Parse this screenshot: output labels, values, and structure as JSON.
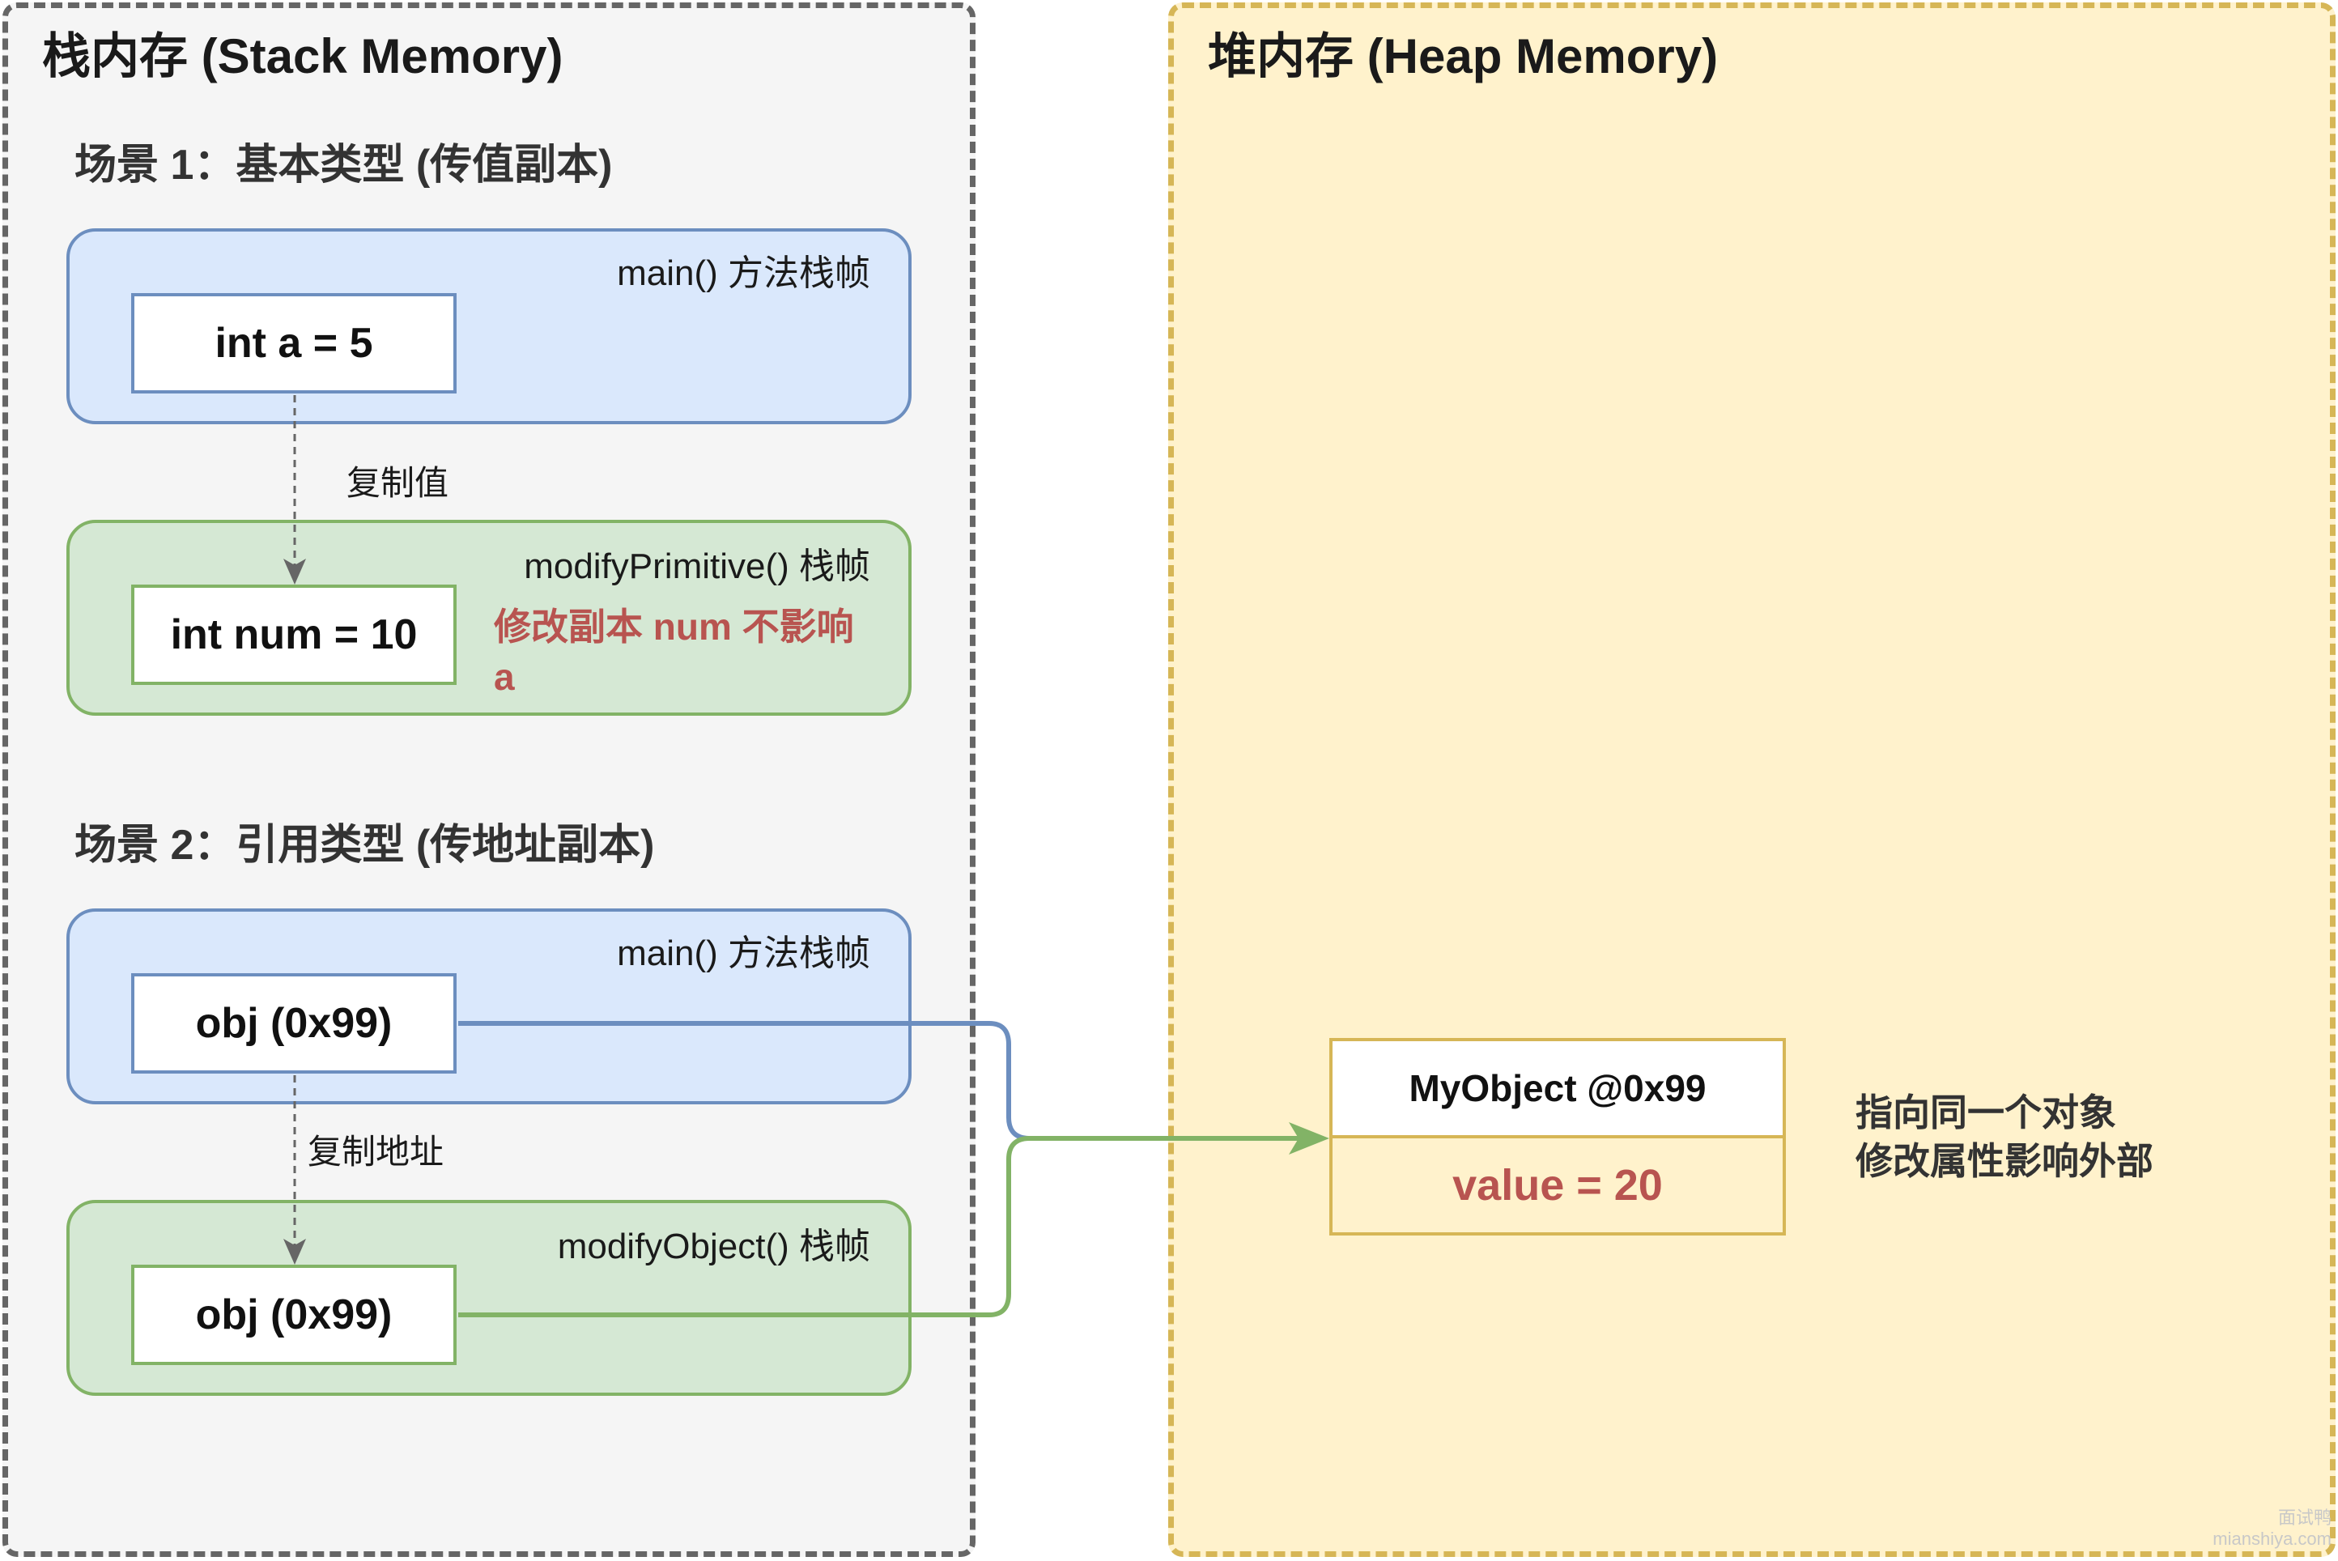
{
  "stack": {
    "title": "栈内存 (Stack Memory)",
    "scene1": {
      "title": "场景 1：基本类型 (传值副本)",
      "main_frame": {
        "label": "main() 方法栈帧",
        "var": "int a = 5"
      },
      "edge_label": "复制值",
      "modify_frame": {
        "label": "modifyPrimitive() 栈帧",
        "var": "int num = 10",
        "note": "修改副本 num 不影响 a"
      }
    },
    "scene2": {
      "title": "场景 2：引用类型 (传地址副本)",
      "main_frame": {
        "label": "main() 方法栈帧",
        "var": "obj (0x99)"
      },
      "edge_label": "复制地址",
      "modify_frame": {
        "label": "modifyObject() 栈帧",
        "var": "obj (0x99)"
      }
    }
  },
  "heap": {
    "title": "堆内存 (Heap Memory)",
    "object": {
      "header": "MyObject @0x99",
      "field": "value = 20"
    },
    "note_lines": [
      "指向同一个对象",
      "修改属性影响外部"
    ]
  },
  "watermark": {
    "line1": "面试鸭",
    "line2": "mianshiya.com"
  },
  "colors": {
    "blue_line": "#6c8ebf",
    "green_line": "#82b366",
    "dashed_arrow": "#666666",
    "red_text": "#b85450"
  }
}
